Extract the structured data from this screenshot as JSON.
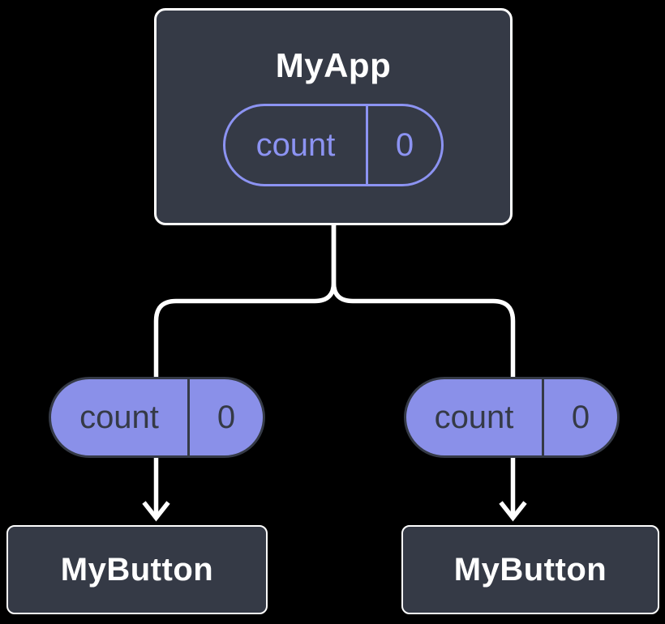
{
  "colors": {
    "background": "#000000",
    "node_fill": "#353A46",
    "node_border": "#FFFFFF",
    "node_text": "#FFFFFF",
    "pill_fill": "#8A90E9",
    "pill_outline": "#8C93F2",
    "pill_dark_text": "#353A46",
    "connector": "#FFFFFF"
  },
  "tree": {
    "root": {
      "title": "MyApp",
      "state_pill": {
        "label": "count",
        "value": "0"
      }
    },
    "props": [
      {
        "label": "count",
        "value": "0"
      },
      {
        "label": "count",
        "value": "0"
      }
    ],
    "children": [
      {
        "title": "MyButton"
      },
      {
        "title": "MyButton"
      }
    ]
  }
}
